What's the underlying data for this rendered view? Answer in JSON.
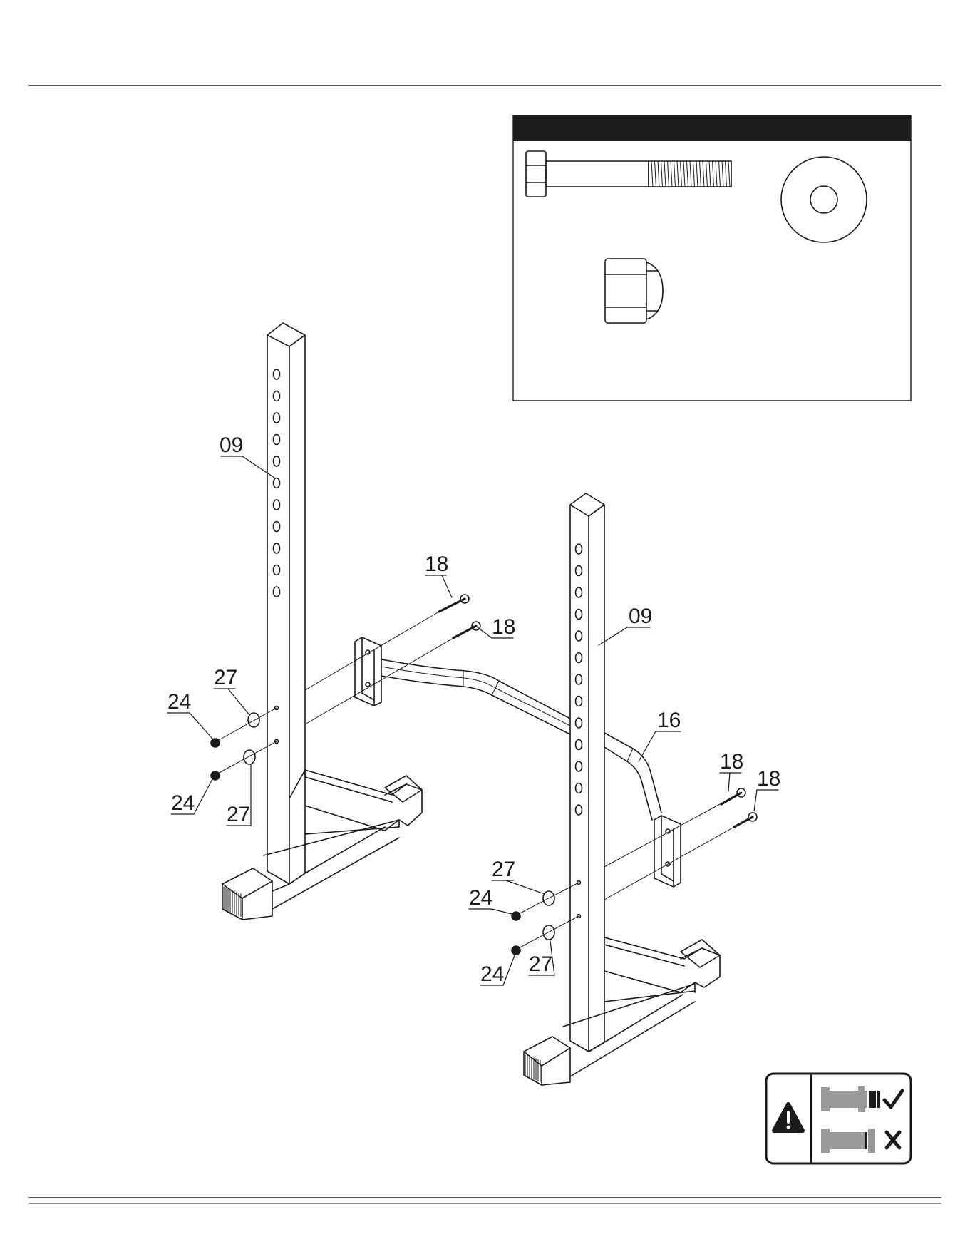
{
  "diagram": {
    "part_numbers": {
      "upright": "09",
      "crossbar": "16",
      "bolt": "18",
      "nut": "24",
      "washer": "27"
    }
  },
  "colors": {
    "line": "#1a1a1a",
    "header_band": "#1c1c1c",
    "icon_gray": "#9a9a9a"
  },
  "icons": {
    "warning": "warning-triangle-icon",
    "ok": "check-icon",
    "bad": "x-icon"
  }
}
